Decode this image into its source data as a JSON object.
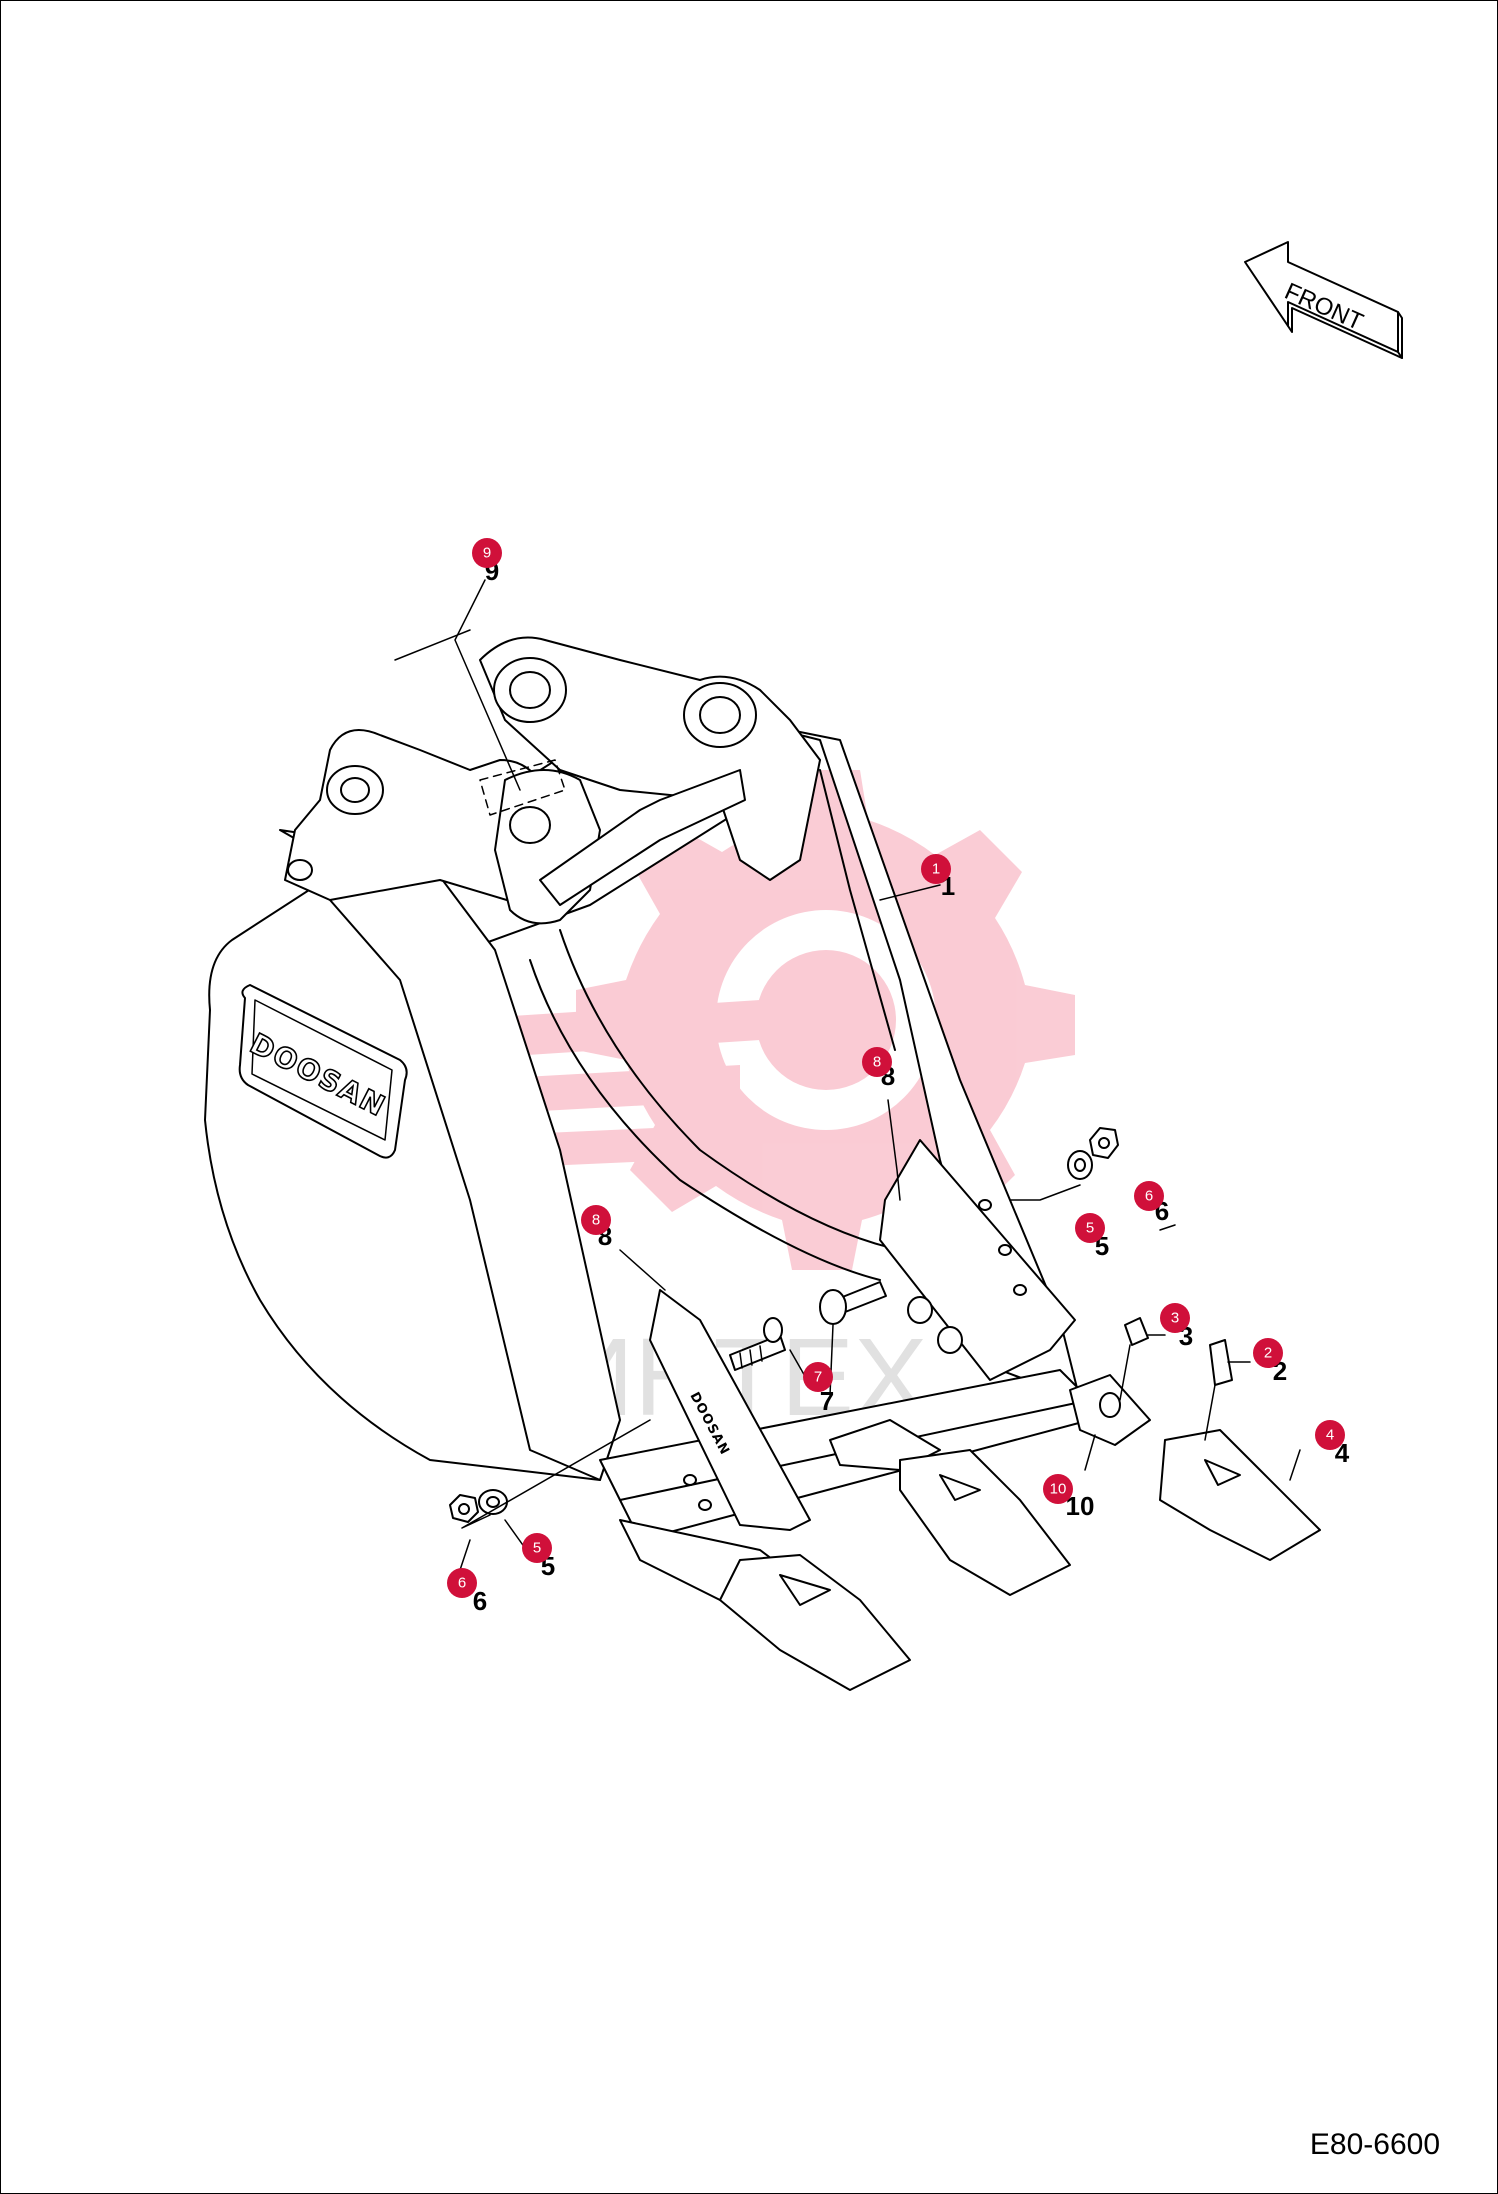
{
  "diagram": {
    "drawing_code": "E80-6600",
    "front_label": "FRONT",
    "brand_label": "DOOSAN",
    "watermark_label": "ИНТЕХ",
    "callouts": [
      {
        "label": "9",
        "part": "9"
      },
      {
        "label": "1",
        "part": "1"
      },
      {
        "label": "8",
        "part": "8"
      },
      {
        "label": "8",
        "part": "8"
      },
      {
        "label": "5",
        "part": "5"
      },
      {
        "label": "6",
        "part": "6"
      },
      {
        "label": "3",
        "part": "3"
      },
      {
        "label": "2",
        "part": "2"
      },
      {
        "label": "7",
        "part": "7"
      },
      {
        "label": "4",
        "part": "4"
      },
      {
        "label": "10",
        "part": "10"
      },
      {
        "label": "5",
        "part": "5"
      },
      {
        "label": "6",
        "part": "6"
      }
    ]
  }
}
